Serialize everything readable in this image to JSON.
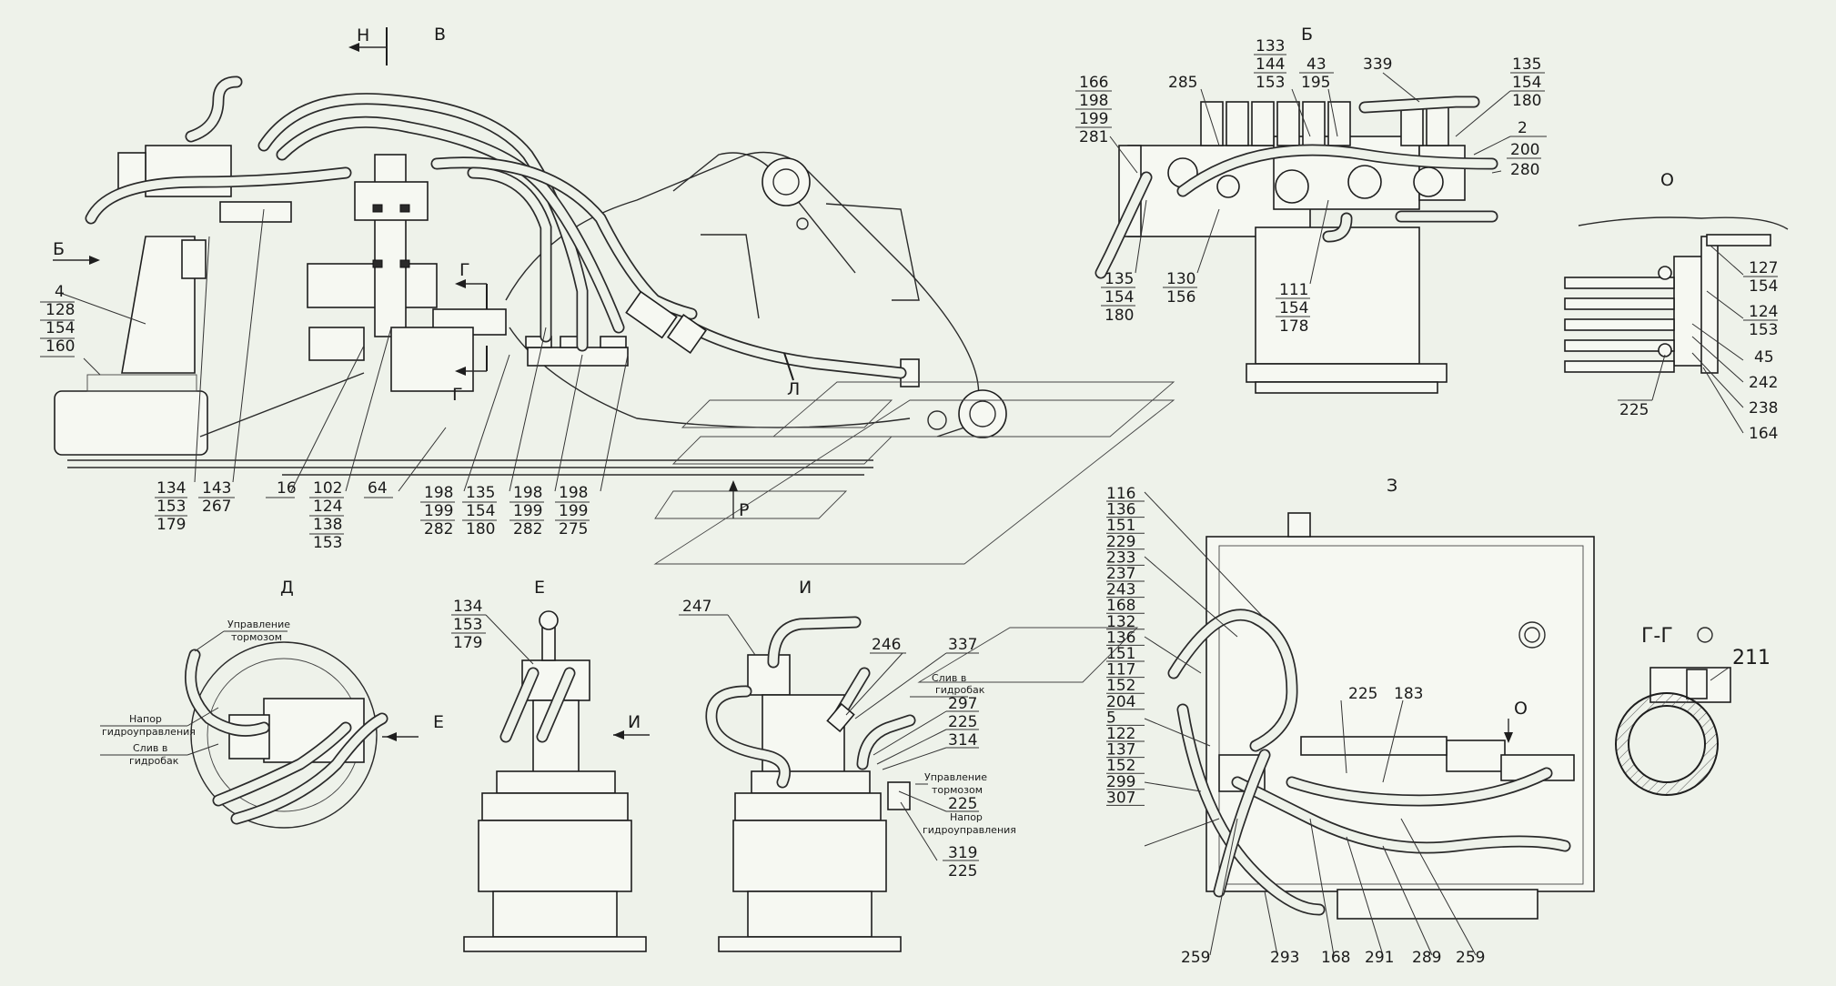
{
  "views": {
    "v": {
      "title": "В"
    },
    "b": {
      "title": "Б"
    },
    "o": {
      "title": "О"
    },
    "z": {
      "title": "З"
    },
    "d": {
      "title": "Д"
    },
    "e": {
      "title": "Е"
    },
    "i": {
      "title": "И"
    },
    "gg": {
      "title": "Г-Г"
    }
  },
  "section_letters": {
    "n": "Н",
    "b": "Б",
    "g_top": "Г",
    "g_bottom": "Г",
    "l": "Л",
    "r": "Р",
    "e_arrow": "Е",
    "i_arrow": "И",
    "o_arrow": "О"
  },
  "notes": {
    "d_brake": [
      "Управление",
      "тормозом"
    ],
    "d_supply": [
      "Напор",
      "гидроуправления"
    ],
    "d_drain": [
      "Слив в",
      "гидробак"
    ],
    "i_drain": [
      "Слив в",
      "гидробак"
    ],
    "i_brake": [
      "Управление",
      "тормозом"
    ],
    "i_supply": [
      "Напор",
      "гидроуправления"
    ]
  },
  "balloons": {
    "v_4": [
      "4",
      "128",
      "154",
      "160"
    ],
    "v_134": [
      "134",
      "153",
      "179"
    ],
    "v_143": [
      "143",
      "267"
    ],
    "v_16": [
      "16"
    ],
    "v_102": [
      "102",
      "124",
      "138",
      "153"
    ],
    "v_64": [
      "64"
    ],
    "v_198a": [
      "198",
      "199",
      "282"
    ],
    "v_135": [
      "135",
      "154",
      "180"
    ],
    "v_198b": [
      "198",
      "199",
      "282"
    ],
    "v_198c": [
      "198",
      "199",
      "275"
    ],
    "b_166": [
      "166",
      "198",
      "199",
      "281"
    ],
    "b_285": [
      "285"
    ],
    "b_133": [
      "133",
      "144",
      "153"
    ],
    "b_43": [
      "43",
      "195"
    ],
    "b_339": [
      "339"
    ],
    "b_135top": [
      "135",
      "154",
      "180"
    ],
    "b_2": [
      "2"
    ],
    "b_200": [
      "200",
      "280"
    ],
    "b_135bot": [
      "135",
      "154",
      "180"
    ],
    "b_130": [
      "130",
      "156"
    ],
    "b_111": [
      "111",
      "154",
      "178"
    ],
    "o_127": [
      "127",
      "154"
    ],
    "o_124": [
      "124",
      "153"
    ],
    "o_45": [
      "45"
    ],
    "o_242": [
      "242"
    ],
    "o_238": [
      "238"
    ],
    "o_164": [
      "164"
    ],
    "o_225": [
      "225"
    ],
    "z_left": [
      "116",
      "136",
      "151",
      "229",
      "233",
      "237",
      "243",
      "168",
      "132",
      "136",
      "151",
      "117",
      "152",
      "204",
      "5",
      "122",
      "137",
      "152",
      "299",
      "307"
    ],
    "z_225": [
      "225"
    ],
    "z_183": [
      "183"
    ],
    "z_bottom": [
      "259",
      "293",
      "168",
      "291",
      "289",
      "259"
    ],
    "e_134": [
      "134",
      "153",
      "179"
    ],
    "i_247": [
      "247"
    ],
    "i_246": [
      "246"
    ],
    "i_337": [
      "337"
    ],
    "i_297": [
      "297"
    ],
    "i_225a": [
      "225"
    ],
    "i_314": [
      "314"
    ],
    "i_225b": [
      "225"
    ],
    "i_319": [
      "319",
      "225"
    ],
    "gg_211": [
      "211"
    ]
  },
  "colors": {
    "background": "#eef2ea",
    "ink": "#1e1e1e"
  }
}
